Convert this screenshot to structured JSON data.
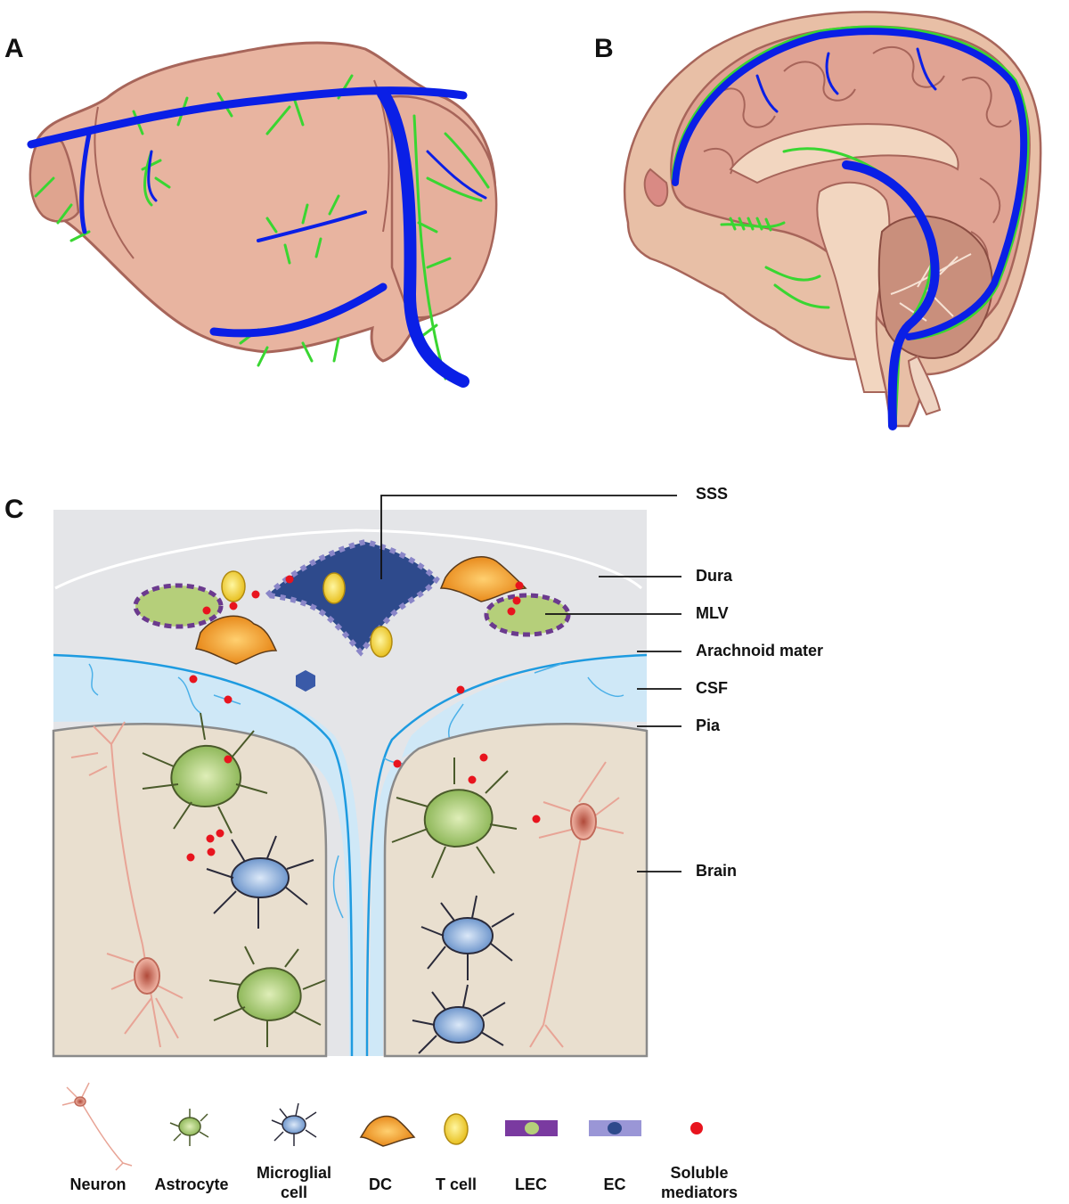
{
  "panels": {
    "a": "A",
    "b": "B",
    "c": "C"
  },
  "callouts": {
    "sss": "SSS",
    "dura": "Dura",
    "mlv": "MLV",
    "arachnoid": "Arachnoid mater",
    "csf": "CSF",
    "pia": "Pia",
    "brain": "Brain"
  },
  "legend": {
    "neuron": "Neuron",
    "astrocyte": "Astrocyte",
    "microglia_line1": "Microglial",
    "microglia_line2": "cell",
    "dc": "DC",
    "tcell": "T cell",
    "lec": "LEC",
    "ec": "EC",
    "soluble_line1": "Soluble",
    "soluble_line2": "mediators"
  },
  "colors": {
    "vessel_blue": "#0a1fe6",
    "lymphatic_green": "#39d631",
    "brain_pink": "#e8b4a0",
    "dura_gray": "#e4e5e8",
    "csf_blue": "#cfe8f7",
    "brain_tan": "#e9dfcf",
    "astrocyte_green": "#9cc46a",
    "microglia_blue": "#7fa7d8",
    "dc_orange": "#f0a030",
    "tcell_yellow": "#f2d23c",
    "lec_purple": "#7a3aa0",
    "ec_lavender": "#9a96d6",
    "mediator_red": "#e8141e"
  }
}
